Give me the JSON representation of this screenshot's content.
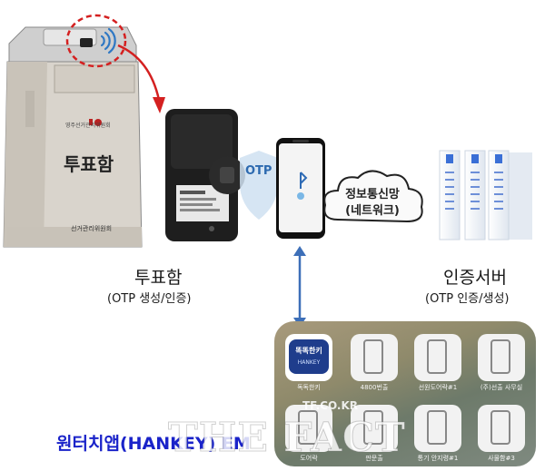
{
  "ballot_box": {
    "face_label": "투표함",
    "emblem_text": "영주선거관리위원회",
    "maker_text": "선거관리위원회"
  },
  "otp_badge": "OTP",
  "cloud": {
    "line1": "정보통신망",
    "line2": "(네트워크)"
  },
  "labels": {
    "ballot_title": "투표함",
    "ballot_sub": "(OTP 생성/인증)",
    "server_title": "인증서버",
    "server_sub": "(OTP 인증/생성)"
  },
  "app_panel": {
    "tiles": [
      {
        "caption": "독독한키"
      },
      {
        "caption": "4800번출"
      },
      {
        "caption": "선원도어락#1"
      },
      {
        "caption": "(주)선출 사무실"
      },
      {
        "caption": "도어락"
      },
      {
        "caption": "판문출"
      },
      {
        "caption": "통기 안지령#1"
      },
      {
        "caption": "사물함#3"
      }
    ],
    "logo_text_top": "똑똑한키",
    "logo_text_bottom": "HANKEY"
  },
  "app_name": "원터치앱(HANKEY) EM",
  "watermark": "THE FACT",
  "watermark_small": "TF.CO.KR",
  "colors": {
    "arrow_red": "#d42020",
    "arrow_blue": "#3d6fb8",
    "app_name_blue": "#1a23c9",
    "server_blue": "#3a6fd6"
  }
}
